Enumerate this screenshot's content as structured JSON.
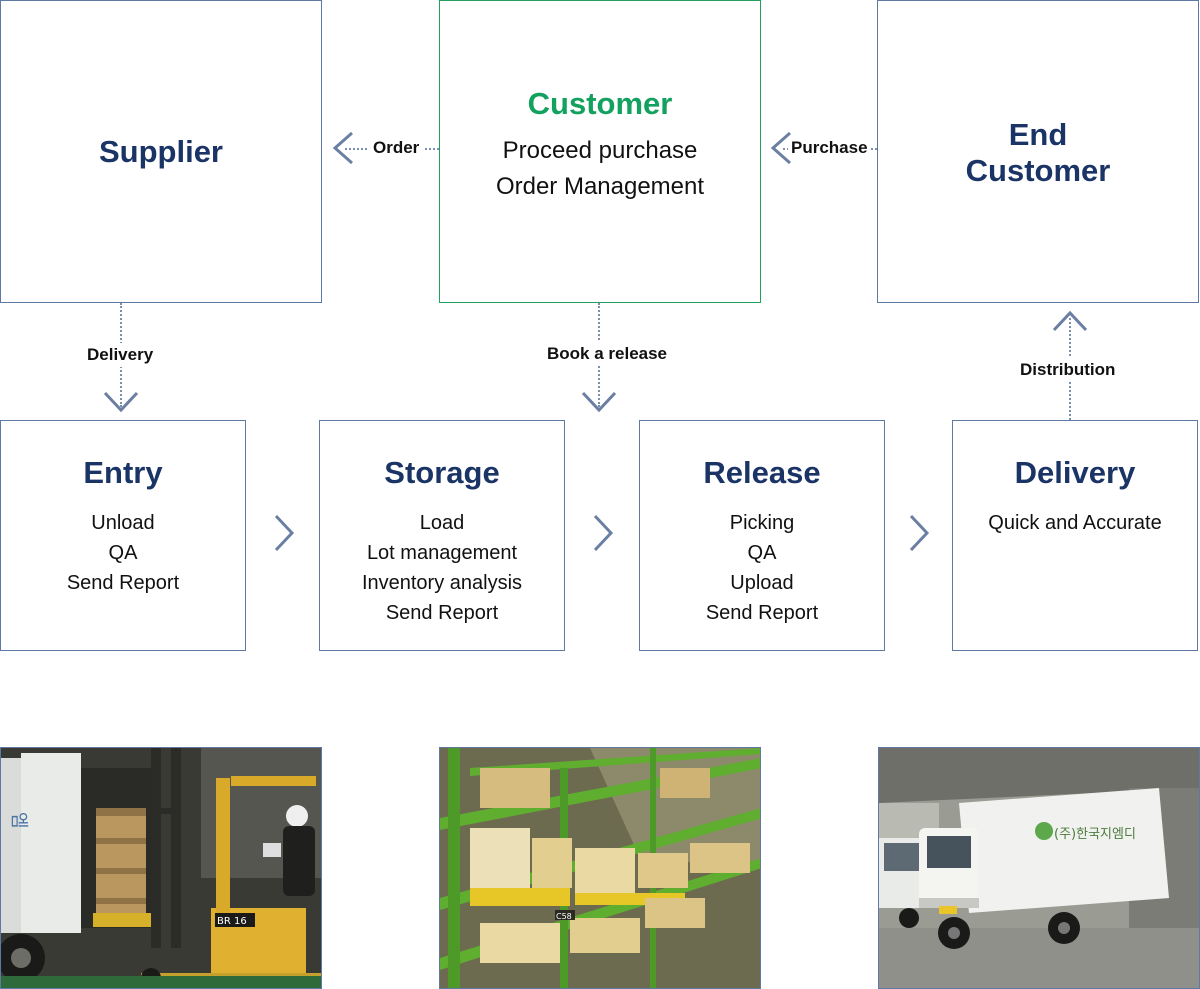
{
  "nodes": {
    "supplier": {
      "title": "Supplier",
      "lines": []
    },
    "customer": {
      "title": "Customer",
      "lines": [
        "Proceed purchase",
        "Order Management"
      ]
    },
    "end_customer": {
      "title_lines": [
        "End",
        "Customer"
      ]
    },
    "entry": {
      "title": "Entry",
      "lines": [
        "Unload",
        "QA",
        "Send Report"
      ]
    },
    "storage": {
      "title": "Storage",
      "lines": [
        "Load",
        "Lot management",
        "Inventory analysis",
        "Send Report"
      ]
    },
    "release": {
      "title": "Release",
      "lines": [
        "Picking",
        "QA",
        "Upload",
        "Send Report"
      ]
    },
    "delivery": {
      "title": "Delivery",
      "lines": [
        "Quick and Accurate"
      ]
    }
  },
  "edges": {
    "order": "Order",
    "purchase": "Purchase",
    "delivery": "Delivery",
    "book_release": "Book a release",
    "distribution": "Distribution"
  },
  "photos": {
    "truck_text": "(주)한국지엠디",
    "forklift_plate": "BR 16",
    "rack_tag": "C58"
  },
  "colors": {
    "navy": "#1b3466",
    "green": "#13a15f",
    "border": "#5f7aa2",
    "arrow": "#6b7fa3"
  }
}
